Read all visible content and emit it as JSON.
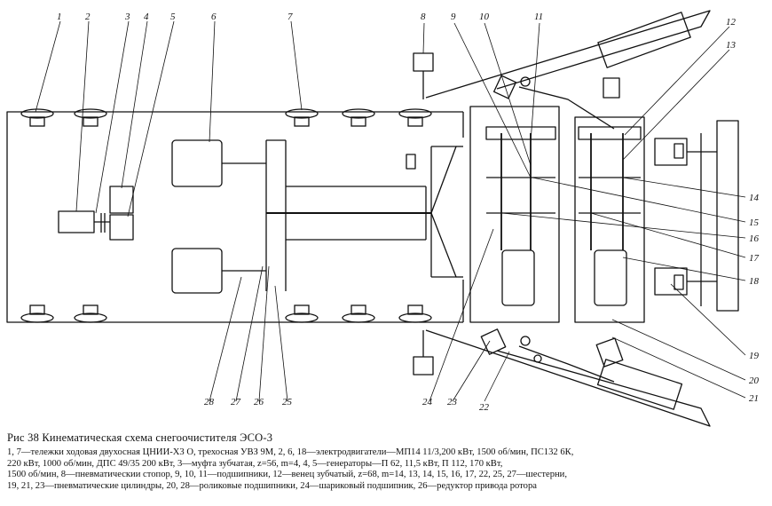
{
  "labels": {
    "l1": "1",
    "l2": "2",
    "l3": "3",
    "l4": "4",
    "l5": "5",
    "l6": "6",
    "l7": "7",
    "l8": "8",
    "l9": "9",
    "l10": "10",
    "l11": "11",
    "l12": "12",
    "l13": "13",
    "l14": "14",
    "l15": "15",
    "l16": "16",
    "l17": "17",
    "l18": "18",
    "l19": "19",
    "l20": "20",
    "l21": "21",
    "l22": "22",
    "l23": "23",
    "l24": "24",
    "l25": "25",
    "l26": "26",
    "l27": "27",
    "l28": "28"
  },
  "caption": {
    "title": "Рис 38   Кинематическая схема снегоочистителя ЭСО-3",
    "lines": [
      "1, 7—тележки  ходовая двухосная ЦНИИ-Х3 О, трехосная УВЗ 9М, 2, 6, 18—электродвигатели—МП14 11/3,200 кВт, 1500 об/мин, ПС132 6К,",
      "220  кВт,  1000  об/мин,  ДПС  49/35  200  кВт,  3—муфта  зубчатая,  z=56,  m=4,  4,  5—генераторы—П 62,  11,5  кВт,  П 112,  170  кВт,",
      "1500 об/мин, 8—пневматическии стопор, 9, 10, 11—подшипники, 12—венец зубчатый, z=68, m=14, 13, 14, 15, 16, 17, 22, 25, 27—шестерни,",
      "19, 21, 23—пневматические цилиндры, 20, 28—роликовые подшипники, 24—шариковый подшипник, 26—редуктор привода ротора"
    ]
  }
}
